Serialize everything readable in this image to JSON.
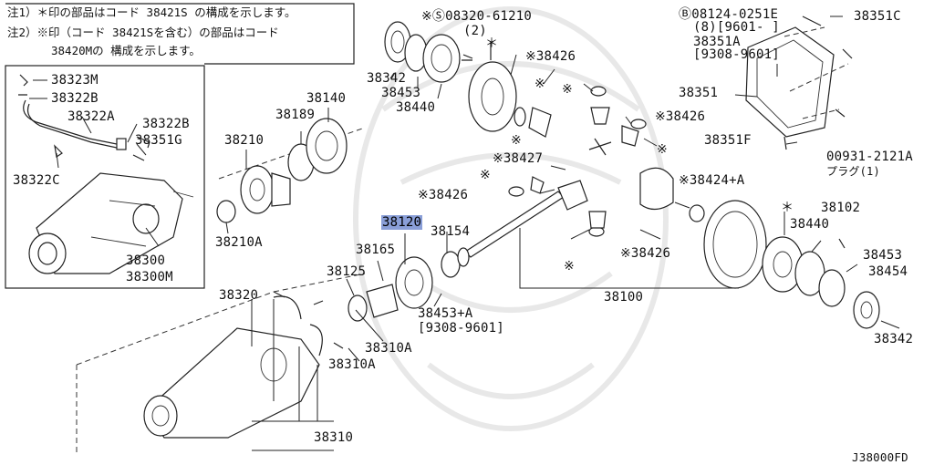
{
  "notes": {
    "line1": "注1）＊印の部品はコード 38421S の構成を示します。",
    "line2": "注2）※印（コード 38421Sを含む）の部品はコード",
    "line3": "38420Mの 構成を示します。"
  },
  "labels": {
    "p38323M": "38323M",
    "p38322B_a": "38322B",
    "p38322A": "38322A",
    "p38322B_b": "38322B",
    "p38351G": "38351G",
    "p38322C": "38322C",
    "p38300": "38300",
    "p38300M": "38300M",
    "p38140": "38140",
    "p38189": "38189",
    "p38210": "38210",
    "p38210A": "38210A",
    "p38342_top": "38342",
    "p38453_top": "38453",
    "p38440_top": "38440",
    "bolt_ref": "※Ⓢ08320-61210",
    "bolt_qty": "(2)",
    "star_top": "＊",
    "p38426_a": "※38426",
    "p38426_b": "※38426",
    "p38427": "※38427",
    "p38426_c": "※38426",
    "p38426_d": "※38426",
    "kome_1": "※",
    "kome_2": "※",
    "kome_3": "※",
    "kome_4": "※",
    "kome_5": "※",
    "kome_6": "※",
    "p38424A": "※38424+A",
    "p38120": "38120",
    "p38154": "38154",
    "p38165": "38165",
    "p38125": "38125",
    "p38453A": "38453+A",
    "p38453A_date": "[9308-9601]",
    "p38100": "38100",
    "bolt_b_ref": "Ⓑ08124-0251E",
    "bolt_b_qty": "(8)[9601-      ]",
    "p38351A": "38351A",
    "p38351A_date": "[9308-9601]",
    "p38351C": "38351C",
    "p38351": "38351",
    "p38351F": "38351F",
    "plug_ref": "00931-2121A",
    "plug_name": "プラグ(1)",
    "p38102": "38102",
    "star_right": "＊",
    "p38440_right": "38440",
    "p38453_right": "38453",
    "p38454": "38454",
    "p38342_right": "38342",
    "p38320": "38320",
    "p38310A_a": "38310A",
    "p38310A_b": "38310A",
    "p38310": "38310",
    "diagram_code": "J38000FD"
  },
  "highlight": {
    "part": "38120",
    "color": "#8a9fd8"
  }
}
